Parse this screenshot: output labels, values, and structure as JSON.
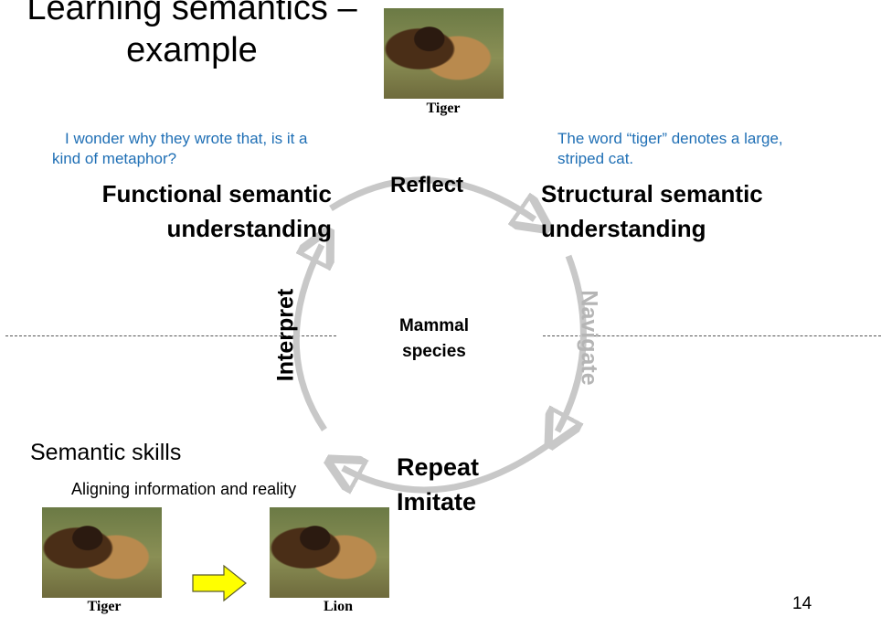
{
  "slide": {
    "title_line1": "Learning semantics –",
    "title_line2": "example",
    "top_image_caption": "Tiger",
    "blue_left": "I wonder why they wrote that, is it a kind of metaphor?",
    "blue_right": "The word “tiger” denotes a large, striped cat.",
    "functional_line1": "Functional semantic",
    "functional_line2": "understanding",
    "structural_line1": "Structural semantic",
    "structural_line2": "understanding",
    "reflect": "Reflect",
    "interpret": "Interpret",
    "navigate": "Navigate",
    "center_line1": "Mammal",
    "center_line2": "species",
    "repeat": "Repeat",
    "imitate": "Imitate",
    "semantic_skills": "Semantic skills",
    "aligning": "Aligning information and reality",
    "bottom_left_caption": "Tiger",
    "bottom_right_caption": "Lion",
    "page_number": "14"
  },
  "colors": {
    "accent_blue": "#1f6fb5",
    "cycle_gray": "#c8c8c8",
    "arrow_yellow": "#ffff00"
  },
  "icons": [
    "lion-photo",
    "right-arrow-icon"
  ]
}
